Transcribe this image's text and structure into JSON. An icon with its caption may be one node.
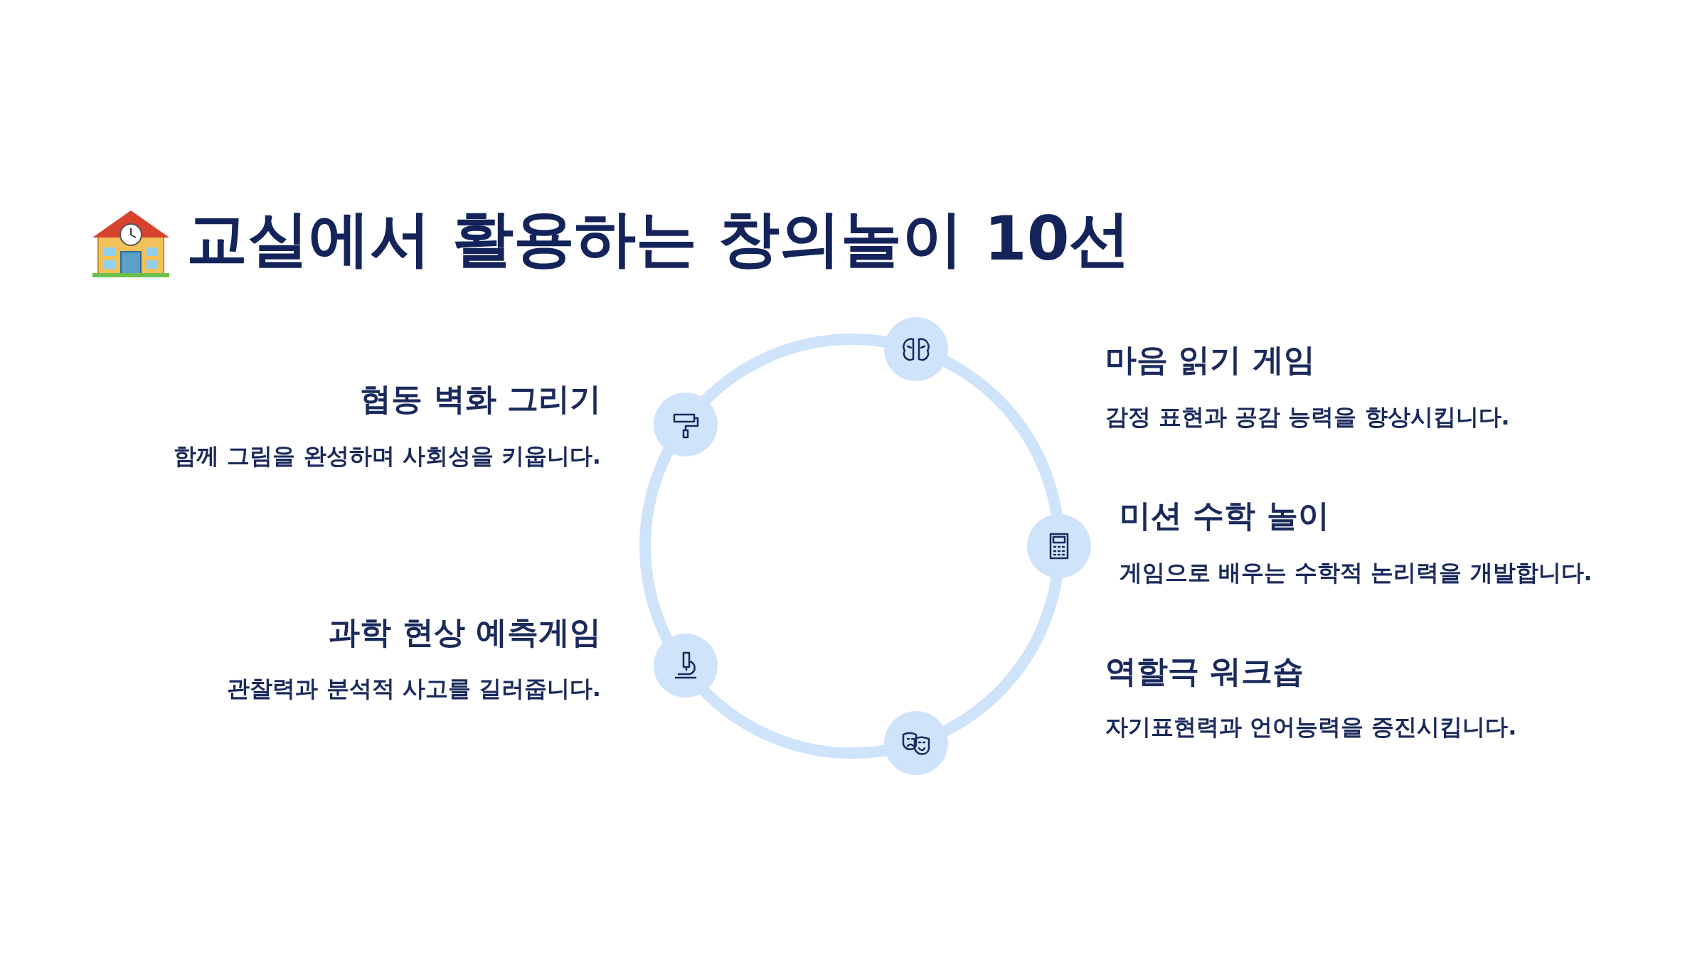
{
  "diagram": {
    "title": "교실에서 활용하는 창의놀이 10선",
    "labels": [
      "마음 읽기 게임",
      "감정 표현과 공감 능력을 향상시킵니다.",
      "협동 벽화 그리기",
      "함께 그림을 완성하며 사회성을 키웁니다.",
      "미션 수학 놀이",
      "게임으로 배우는 수학적 논리력을 개발합니다.",
      "과학 현상 예측게임",
      "관찰력과 분석적 사고를 길러줍니다.",
      "역할극 워크숍",
      "자기표현력과 언어능력을 증진시킵니다."
    ]
  }
}
